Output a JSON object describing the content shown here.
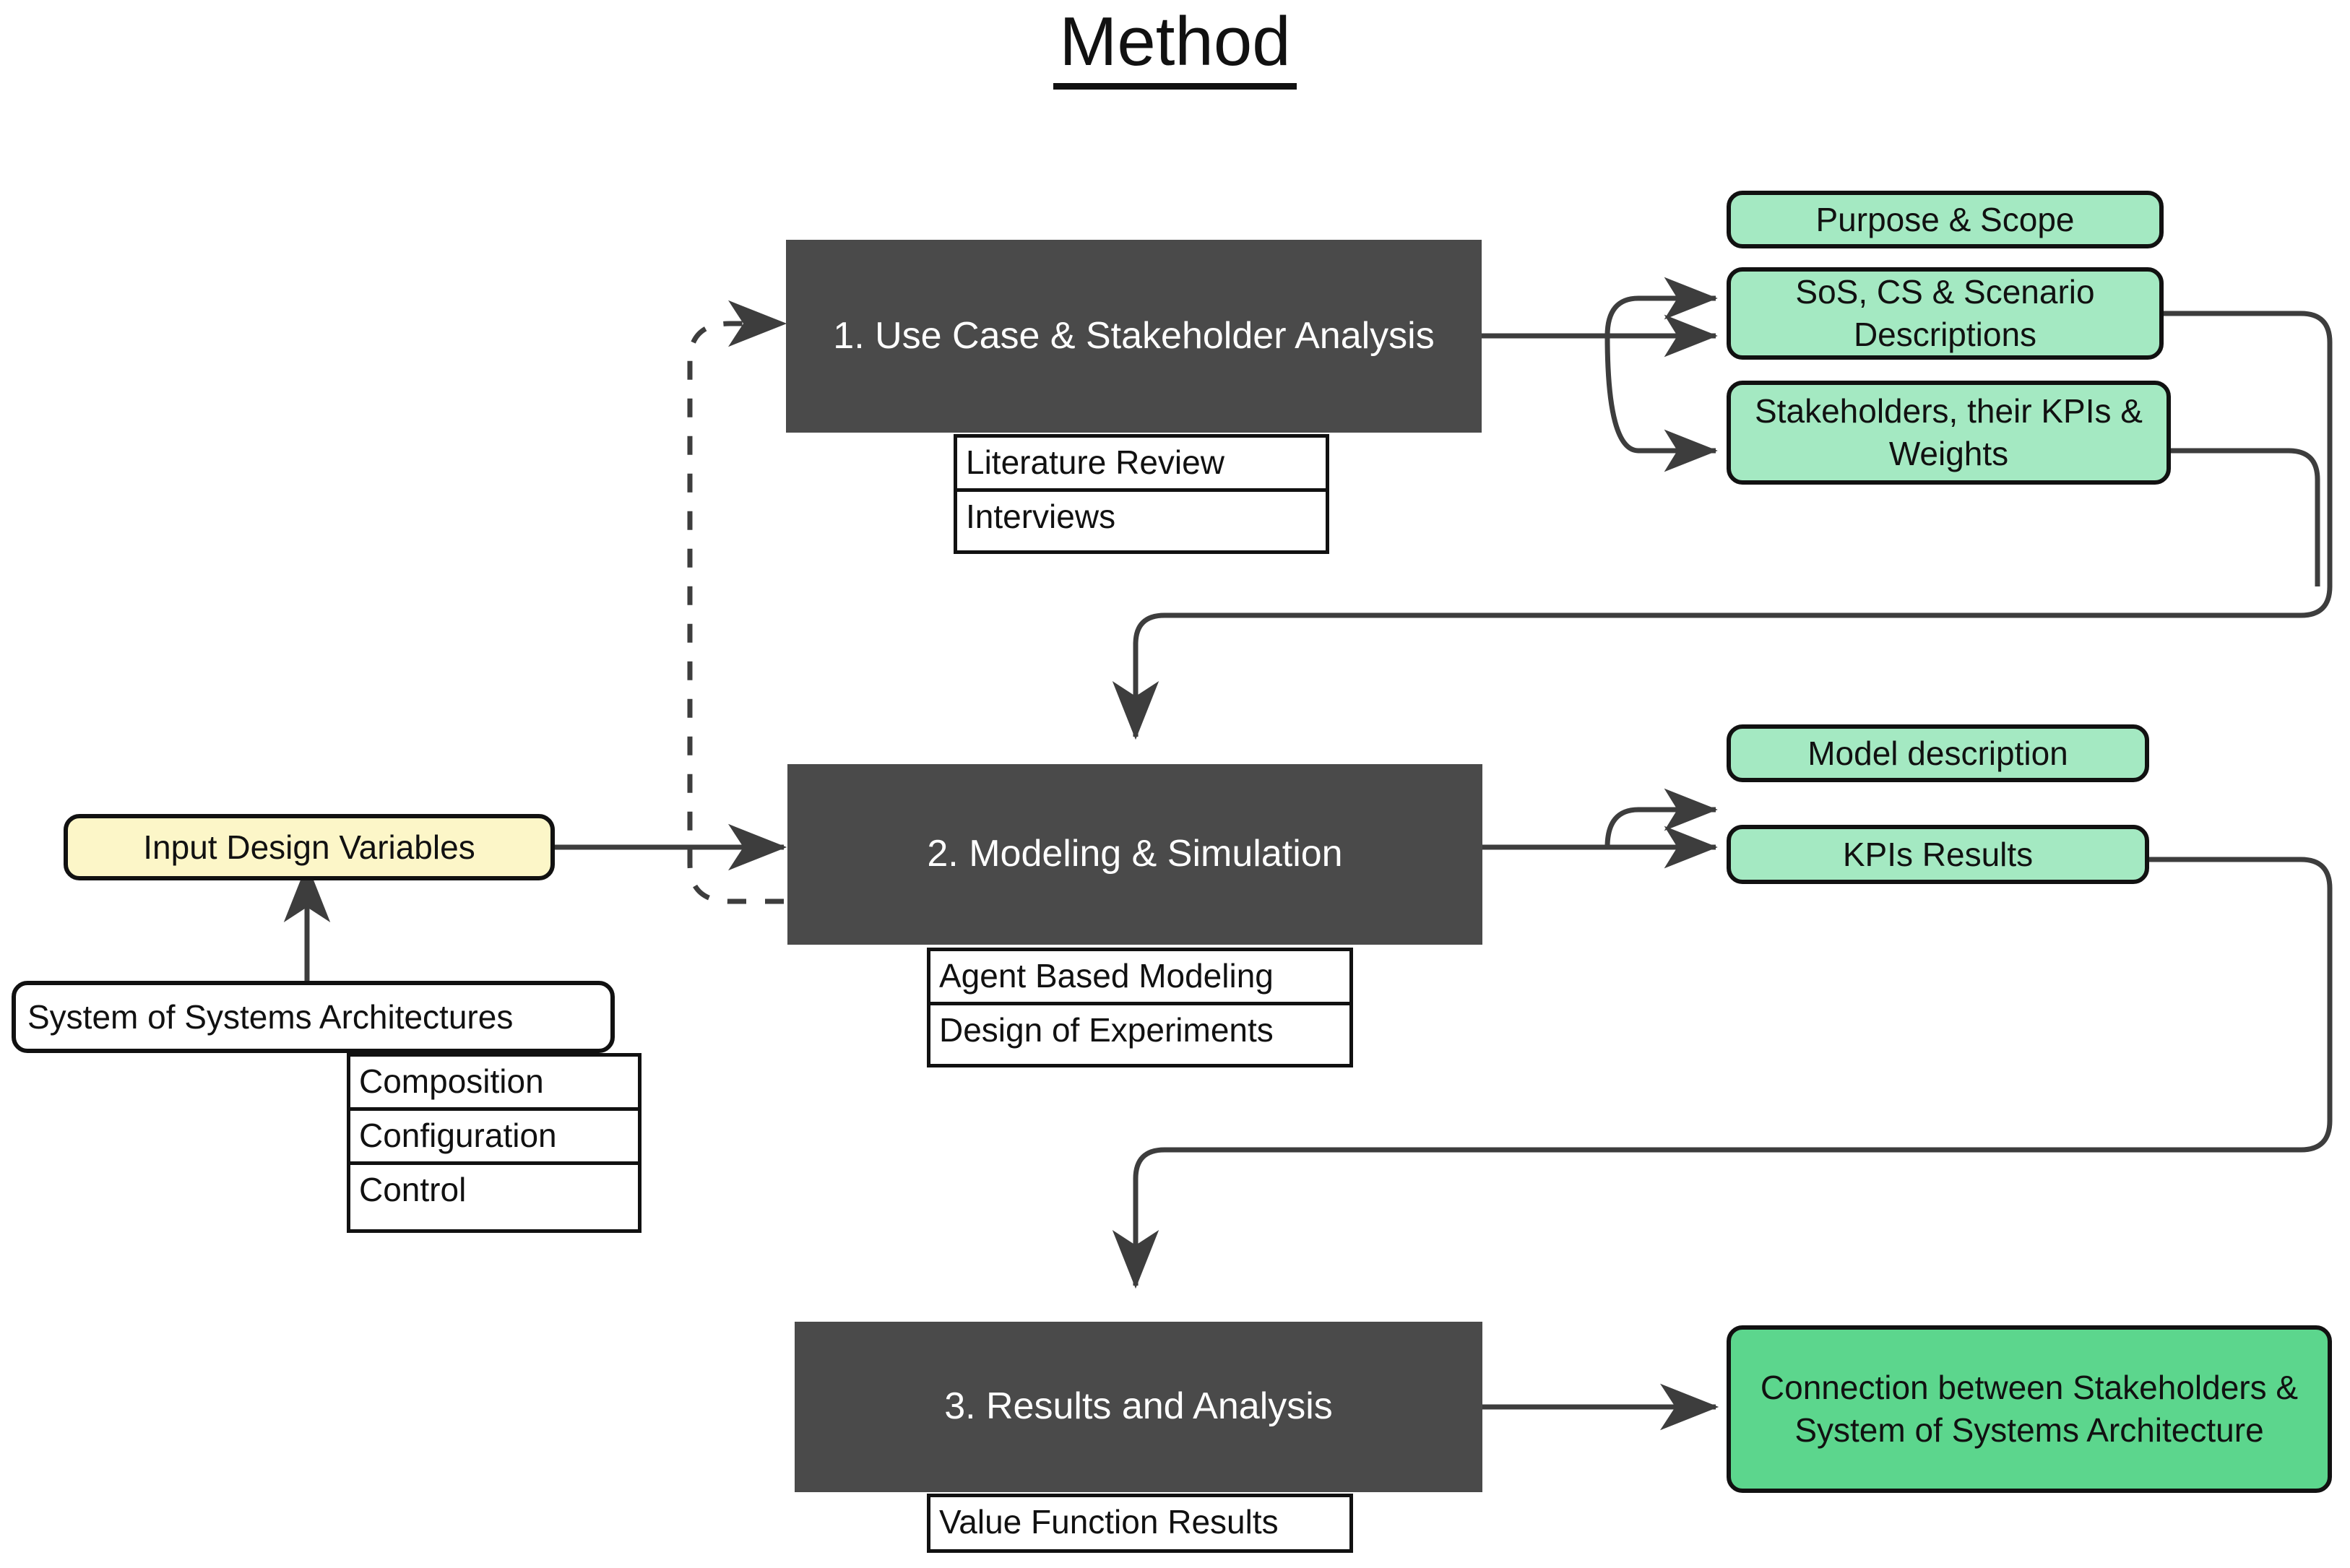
{
  "title": "Method",
  "process_steps": [
    {
      "id": "step1",
      "label": "1. Use Case & Stakeholder Analysis",
      "methods": [
        "Literature Review",
        "Interviews"
      ]
    },
    {
      "id": "step2",
      "label": "2. Modeling & Simulation",
      "methods": [
        "Agent Based Modeling",
        "Design of Experiments"
      ]
    },
    {
      "id": "step3",
      "label": "3. Results and Analysis",
      "methods": [
        "Value Function Results"
      ]
    }
  ],
  "outputs": {
    "step1": [
      "Purpose & Scope",
      "SoS, CS & Scenario Descriptions",
      "Stakeholders, their KPIs & Weights"
    ],
    "step2": [
      "Model description",
      "KPIs Results"
    ],
    "step3": [
      "Connection between Stakeholders & System of Systems Architecture"
    ]
  },
  "inputs": {
    "design_variables": "Input Design Variables",
    "architectures": "System of Systems Architectures",
    "architecture_aspects": [
      "Composition",
      "Configuration",
      "Control"
    ]
  },
  "colors": {
    "process_fill": "#4a4a4a",
    "process_text": "#ffffff",
    "output_green": "#a4e9c2",
    "output_green_strong": "#5cd68d",
    "input_yellow": "#fcf6c8",
    "stroke": "#111111",
    "background": "#ffffff"
  }
}
